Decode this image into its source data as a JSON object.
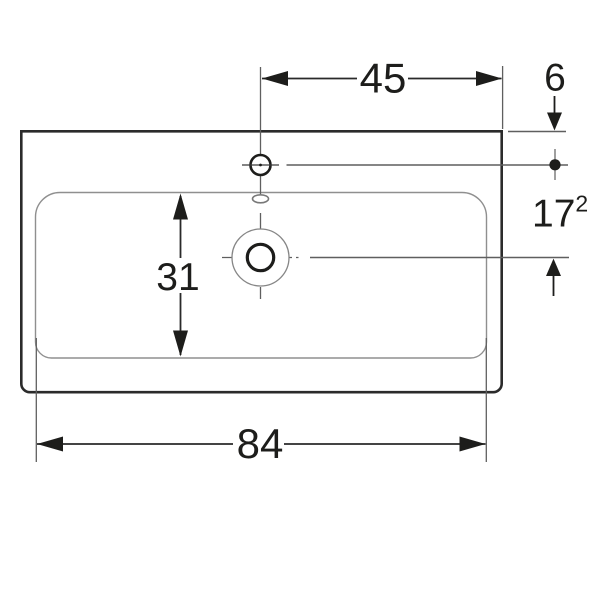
{
  "drawing": {
    "title": "washbasin-top-view-dimension-drawing",
    "dimensions": {
      "tap_hole_offset": {
        "value": "45"
      },
      "rear_edge_to_tap_axis": {
        "value": "6"
      },
      "tap_axis_to_drain_axis": {
        "value": "17",
        "superscript": "2"
      },
      "bowl_front_to_back": {
        "value": "31"
      },
      "overall_width": {
        "value": "84"
      }
    },
    "colors": {
      "outline_dark": "#2b2b2b",
      "dimension_line": "#2a2a2a",
      "arrow_fill": "#1d1d1b",
      "thin_line": "#5f5f5f",
      "bowl_line": "#8f8f8f",
      "background": "#ffffff"
    }
  }
}
